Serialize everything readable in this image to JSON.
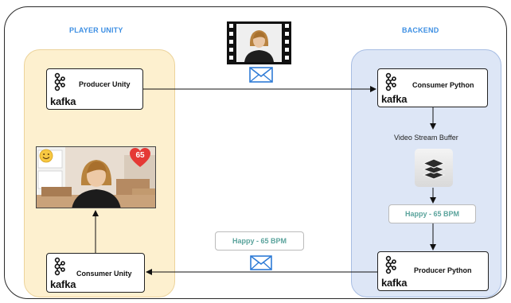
{
  "sections": {
    "player_title": "PLAYER UNITY",
    "backend_title": "BACKEND"
  },
  "nodes": {
    "producer_unity": {
      "brand": "kafka",
      "label": "Producer Unity"
    },
    "consumer_python": {
      "brand": "kafka",
      "label": "Consumer Python"
    },
    "producer_python": {
      "brand": "kafka",
      "label": "Producer Python"
    },
    "consumer_unity": {
      "brand": "kafka",
      "label": "Consumer Unity"
    }
  },
  "buffer": {
    "label": "Video Stream Buffer",
    "icon": "layers-icon"
  },
  "emotion_backend": {
    "text": "Happy - 65 BPM"
  },
  "emotion_transfer": {
    "text": "Happy - 65 BPM"
  },
  "video_preview": {
    "heart_rate": "65",
    "emoji": "smiley-icon",
    "heart": "heart-icon"
  },
  "icons": {
    "film": "film-strip-icon",
    "mail": "envelope-icon",
    "kafka": "kafka-logo-icon"
  },
  "colors": {
    "section_title": "#3d8fe3",
    "player_zone": "#fdf0cf",
    "backend_zone": "#dde6f6",
    "pill_text": "#5aa39c",
    "envelope": "#2e7bd6",
    "heart": "#e53935"
  }
}
